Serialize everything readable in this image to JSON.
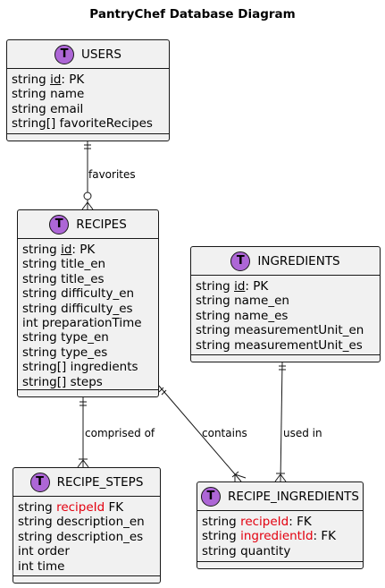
{
  "diagram": {
    "title": "PantryChef Database Diagram"
  },
  "entities": {
    "users": {
      "badge": "T",
      "name": "USERS",
      "attrs": [
        {
          "type": "string",
          "field": "id",
          "suffix": ": PK"
        },
        {
          "type": "string",
          "field": "name",
          "suffix": ""
        },
        {
          "type": "string",
          "field": "email",
          "suffix": ""
        },
        {
          "type": "string[]",
          "field": "favoriteRecipes",
          "suffix": ""
        }
      ]
    },
    "recipes": {
      "badge": "T",
      "name": "RECIPES",
      "attrs": [
        {
          "type": "string",
          "field": "id",
          "suffix": ": PK"
        },
        {
          "type": "string",
          "field": "title_en",
          "suffix": ""
        },
        {
          "type": "string",
          "field": "title_es",
          "suffix": ""
        },
        {
          "type": "string",
          "field": "difficulty_en",
          "suffix": ""
        },
        {
          "type": "string",
          "field": "difficulty_es",
          "suffix": ""
        },
        {
          "type": "int",
          "field": "preparationTime",
          "suffix": ""
        },
        {
          "type": "string",
          "field": "type_en",
          "suffix": ""
        },
        {
          "type": "string",
          "field": "type_es",
          "suffix": ""
        },
        {
          "type": "string[]",
          "field": "ingredients",
          "suffix": ""
        },
        {
          "type": "string[]",
          "field": "steps",
          "suffix": ""
        }
      ]
    },
    "ingredients": {
      "badge": "T",
      "name": "INGREDIENTS",
      "attrs": [
        {
          "type": "string",
          "field": "id",
          "suffix": ": PK"
        },
        {
          "type": "string",
          "field": "name_en",
          "suffix": ""
        },
        {
          "type": "string",
          "field": "name_es",
          "suffix": ""
        },
        {
          "type": "string",
          "field": "measurementUnit_en",
          "suffix": ""
        },
        {
          "type": "string",
          "field": "measurementUnit_es",
          "suffix": ""
        }
      ]
    },
    "recipe_steps": {
      "badge": "T",
      "name": "RECIPE_STEPS",
      "attrs": [
        {
          "type": "string",
          "field": "recipeId",
          "suffix": " FK"
        },
        {
          "type": "string",
          "field": "description_en",
          "suffix": ""
        },
        {
          "type": "string",
          "field": "description_es",
          "suffix": ""
        },
        {
          "type": "int",
          "field": "order",
          "suffix": ""
        },
        {
          "type": "int",
          "field": "time",
          "suffix": ""
        }
      ]
    },
    "recipe_ingredients": {
      "badge": "T",
      "name": "RECIPE_INGREDIENTS",
      "attrs": [
        {
          "type": "string",
          "field": "recipeId",
          "suffix": ": FK"
        },
        {
          "type": "string",
          "field": "ingredientId",
          "suffix": ": FK"
        },
        {
          "type": "string",
          "field": "quantity",
          "suffix": ""
        }
      ]
    }
  },
  "relationships": {
    "favorites": "favorites",
    "comprised_of": "comprised of",
    "contains": "contains",
    "used_in": "used in"
  },
  "colors": {
    "entity_fill": "#f1f1f1",
    "badge_fill": "#ad66d6",
    "fk_text": "#e3000f",
    "line": "#181818"
  }
}
